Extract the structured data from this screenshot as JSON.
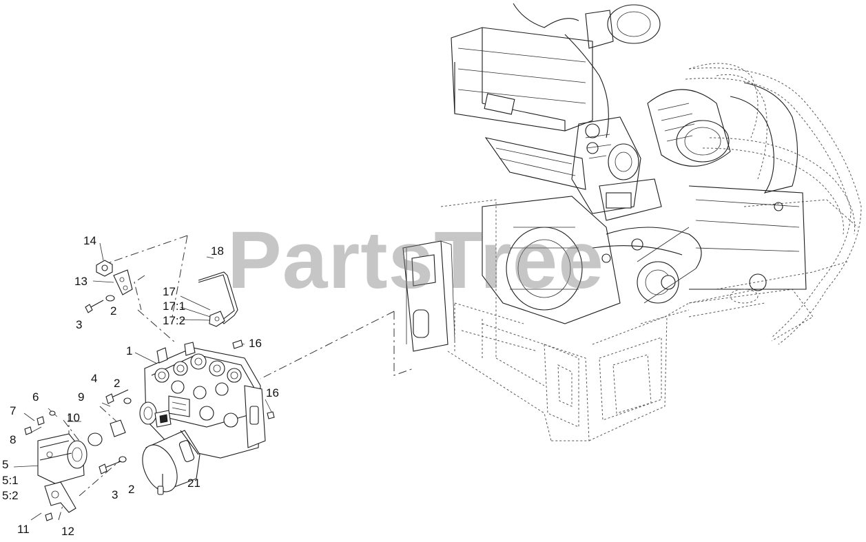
{
  "watermark": "PartsTree",
  "callouts": [
    {
      "id": "14",
      "text": "14"
    },
    {
      "id": "13",
      "text": "13"
    },
    {
      "id": "3a",
      "text": "3"
    },
    {
      "id": "2a",
      "text": "2"
    },
    {
      "id": "18",
      "text": "18"
    },
    {
      "id": "17",
      "text": "17"
    },
    {
      "id": "17-1",
      "text": "17:1"
    },
    {
      "id": "17-2",
      "text": "17:2"
    },
    {
      "id": "16a",
      "text": "16"
    },
    {
      "id": "1",
      "text": "1"
    },
    {
      "id": "4",
      "text": "4"
    },
    {
      "id": "2b",
      "text": "2"
    },
    {
      "id": "16b",
      "text": "16"
    },
    {
      "id": "6",
      "text": "6"
    },
    {
      "id": "7",
      "text": "7"
    },
    {
      "id": "9",
      "text": "9"
    },
    {
      "id": "10",
      "text": "10"
    },
    {
      "id": "8",
      "text": "8"
    },
    {
      "id": "5",
      "text": "5"
    },
    {
      "id": "5-1",
      "text": "5:1"
    },
    {
      "id": "5-2",
      "text": "5:2"
    },
    {
      "id": "3b",
      "text": "3"
    },
    {
      "id": "2c",
      "text": "2"
    },
    {
      "id": "21",
      "text": "21"
    },
    {
      "id": "11",
      "text": "11"
    },
    {
      "id": "12",
      "text": "12"
    }
  ]
}
